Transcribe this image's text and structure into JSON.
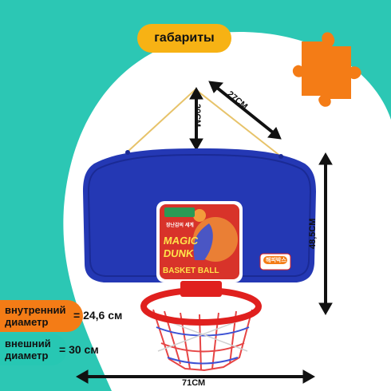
{
  "title": "габариты",
  "dimensions": {
    "hanger_height": "20СМ",
    "hanger_length": "27СМ",
    "board_height": "48,5СМ",
    "board_width": "71СМ"
  },
  "specs": {
    "inner_label": "внутренний диаметр",
    "inner_value": "= 24,6 см",
    "outer_label": "внешний диаметр",
    "outer_value": "= 30 см"
  },
  "sticker": {
    "logo_korean": "해피박스",
    "brand_small": "장난감의 세계",
    "line1": "MAGIC",
    "line2": "DUNK",
    "line3": "BASKET BALL"
  },
  "colors": {
    "mint": "#2cc7b4",
    "orange": "#f47c16",
    "yellow": "#f7b214",
    "board_blue": "#2438b4",
    "rim_red": "#e0201e"
  }
}
